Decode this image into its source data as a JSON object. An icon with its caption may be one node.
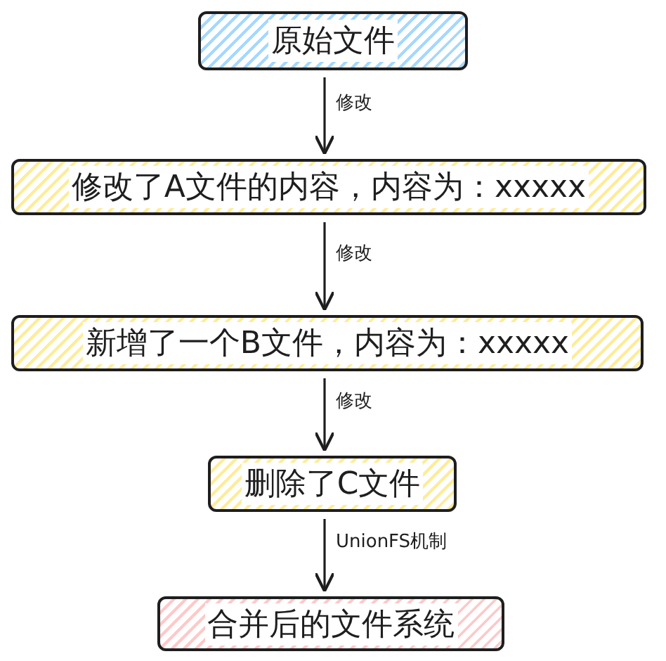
{
  "diagram": {
    "nodes": [
      {
        "text": [
          "原始文件"
        ]
      },
      {
        "text": [
          "修改了A文件的内容，内容为：xxxxx"
        ]
      },
      {
        "text": [
          "新增了一个B文件，内容为：xxxxx"
        ]
      },
      {
        "text": [
          "删除了C文件"
        ]
      },
      {
        "text": [
          "合并后的文件系统"
        ]
      }
    ],
    "edges": [
      {
        "from": 0,
        "to": 1,
        "arrow": "to",
        "label": "修改"
      },
      {
        "from": 1,
        "to": 2,
        "arrow": "to",
        "label": "修改"
      },
      {
        "from": 2,
        "to": 3,
        "arrow": "to",
        "label": "修改"
      },
      {
        "from": 3,
        "to": 4,
        "arrow": "to",
        "label": "UnionFS机制"
      }
    ]
  }
}
